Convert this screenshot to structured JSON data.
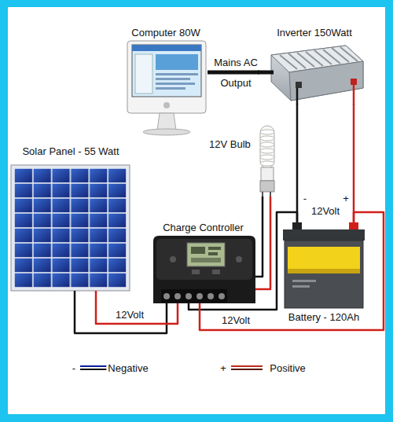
{
  "diagram": {
    "nodes": [
      {
        "text": [
          "Computer 80W"
        ]
      },
      {
        "text": [
          "Inverter 150Watt"
        ]
      },
      {
        "text": [
          "12V Bulb"
        ]
      },
      {
        "text": [
          "Solar Panel - 55 Watt"
        ]
      },
      {
        "text": [
          "Charge Controller"
        ]
      },
      {
        "text": [
          "Battery - 120Ah"
        ]
      }
    ],
    "edges": [
      {
        "from": 1,
        "to": 0,
        "label": "Mains AC",
        "arrow": "none"
      },
      {
        "from": 3,
        "to": 4,
        "label": "12Volt",
        "arrow": "none"
      },
      {
        "from": 4,
        "to": 5,
        "label": "12Volt",
        "arrow": "none"
      },
      {
        "from": 2,
        "to": 4,
        "arrow": "none"
      },
      {
        "from": 1,
        "to": 5,
        "label": "12Volt",
        "arrow": "none"
      }
    ],
    "labels": [
      "Output",
      "-",
      "+",
      "-",
      "+"
    ],
    "legend": [
      {
        "text": "Negative"
      },
      {
        "text": "Positive"
      }
    ]
  }
}
